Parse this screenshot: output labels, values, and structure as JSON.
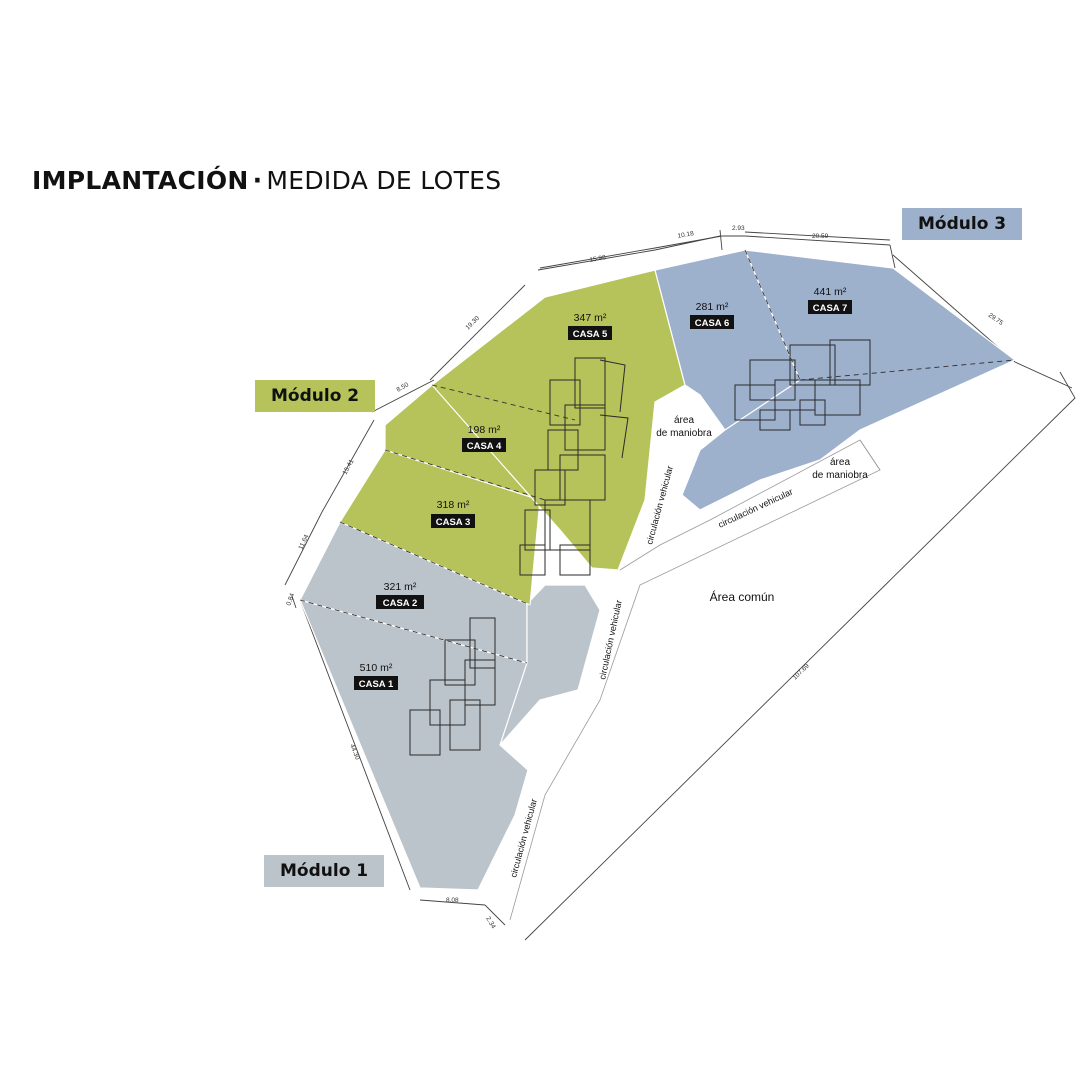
{
  "title": {
    "bold": "IMPLANTACIÓN",
    "separator": "·",
    "light": "MEDIDA DE LOTES"
  },
  "colors": {
    "module1": "#bcc4cb",
    "module2": "#b5c35a",
    "module3": "#9db0cc",
    "outline": "#333333"
  },
  "modules": [
    {
      "label": "Módulo 1"
    },
    {
      "label": "Módulo 2"
    },
    {
      "label": "Módulo 3"
    }
  ],
  "lots": [
    {
      "area": "510 m²",
      "name": "CASA 1"
    },
    {
      "area": "321 m²",
      "name": "CASA 2"
    },
    {
      "area": "318 m²",
      "name": "CASA 3"
    },
    {
      "area": "198 m²",
      "name": "CASA 4"
    },
    {
      "area": "347 m²",
      "name": "CASA 5"
    },
    {
      "area": "281 m²",
      "name": "CASA 6"
    },
    {
      "area": "441 m²",
      "name": "CASA 7"
    }
  ],
  "labels": {
    "maniobra_top_1": "área",
    "maniobra_top_2": "de maniobra",
    "maniobra_right_1": "área",
    "maniobra_right_2": "de maniobra",
    "area_comun": "Área común",
    "circ_1": "circulación vehicular",
    "circ_2": "circulación vehicular",
    "circ_3": "circulación vehicular",
    "circ_4": "circulación vehicular"
  },
  "dimensions": {
    "d1": "10.18",
    "d2": "2.93",
    "d3": "20.59",
    "d4": "15.98",
    "d5": "19.30",
    "d6": "29.75",
    "d7": "8.50",
    "d8": "15.41",
    "d9": "11.64",
    "d10": "0.84",
    "d11": "44.30",
    "d12": "107.69",
    "d13": "8.08",
    "d14": "2.34"
  }
}
